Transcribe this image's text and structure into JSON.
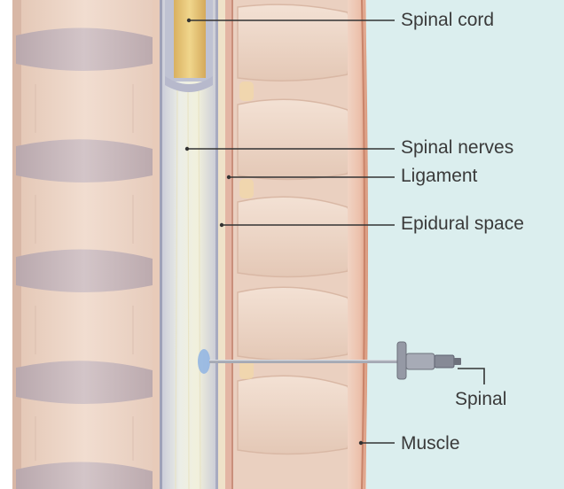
{
  "labels": {
    "spinal_cord": "Spinal cord",
    "spinal_nerves": "Spinal nerves",
    "ligament": "Ligament",
    "epidural_space": "Epidural space",
    "spinal": "Spinal",
    "muscle": "Muscle"
  },
  "colors": {
    "background_tint": "#dbeeee",
    "bone": "#eed6c8",
    "disc": "#c8b6bb",
    "cord": "#ecd089",
    "dura": "#dfe1ea",
    "muscle": "#e9b8a3",
    "leader_line": "#333333"
  }
}
